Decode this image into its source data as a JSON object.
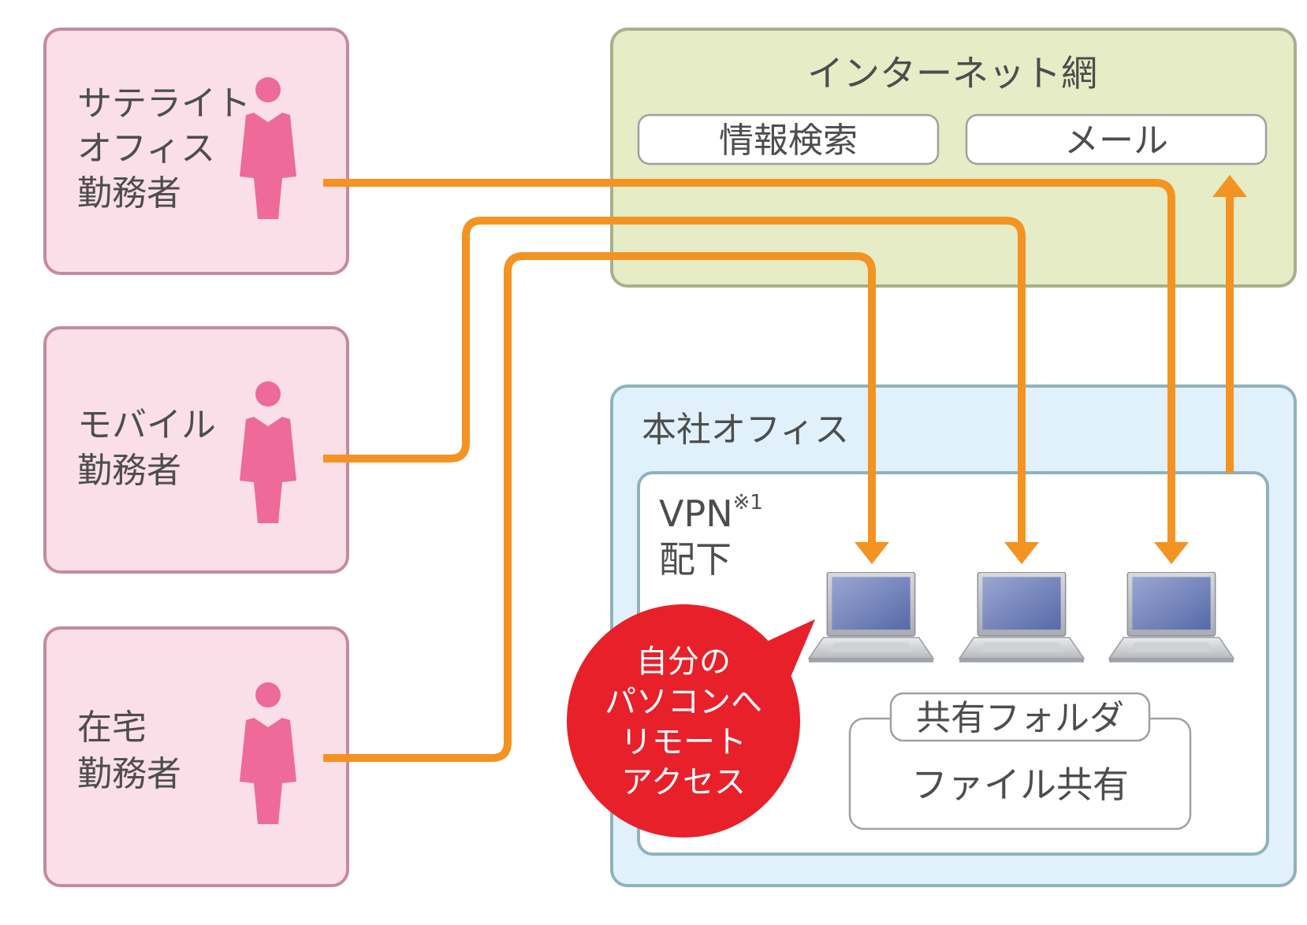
{
  "workers": [
    {
      "id": "satellite",
      "lines": [
        "サテライト",
        "オフィス",
        "勤務者"
      ]
    },
    {
      "id": "mobile",
      "lines": [
        "モバイル",
        "勤務者"
      ]
    },
    {
      "id": "home",
      "lines": [
        "在宅",
        "勤務者"
      ]
    }
  ],
  "internet": {
    "title": "インターネット網",
    "services": [
      "情報検索",
      "メール"
    ]
  },
  "hq": {
    "title": "本社オフィス",
    "vpn_label": "VPN",
    "vpn_note": "※1",
    "vpn_suffix": "配下",
    "shared_folder": {
      "title": "共有フォルダ",
      "content": "ファイル共有"
    }
  },
  "callout": {
    "lines": [
      "自分の",
      "パソコンへ",
      "リモート",
      "アクセス"
    ]
  },
  "colors": {
    "worker_box_fill": "#fadfe9",
    "worker_box_border": "#c48b9c",
    "person": "#ee6a98",
    "internet_fill": "#e6ecc6",
    "internet_border": "#a6b08a",
    "hq_fill": "#e0f1fb",
    "hq_border": "#8fb2bc",
    "arrow": "#f39322",
    "callout": "#e8202a"
  },
  "icons": {
    "person": "person-icon",
    "laptop": "laptop-icon"
  }
}
